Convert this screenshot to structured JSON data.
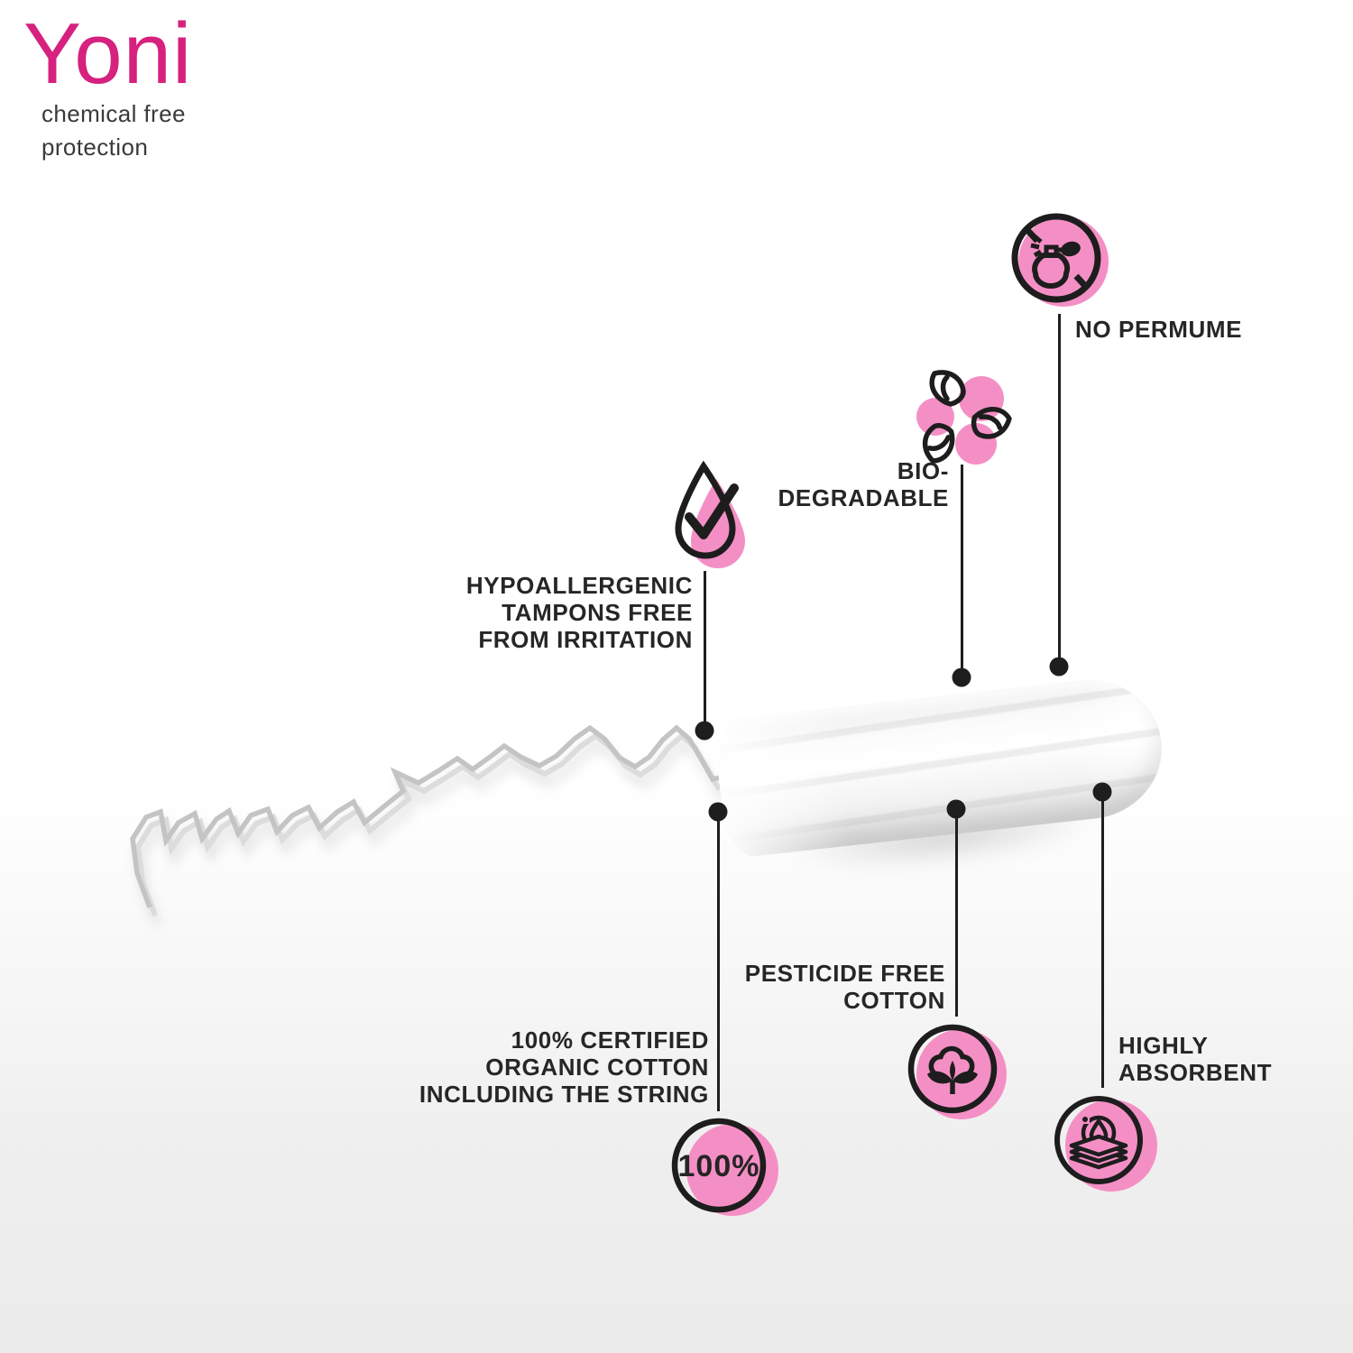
{
  "brand": {
    "name": "Yoni",
    "tagline_line1": "chemical free",
    "tagline_line2": "protection"
  },
  "colors": {
    "brand_magenta": "#d6217e",
    "accent_pink": "#f48fc5",
    "ink": "#262626",
    "line_black": "#1e1e1e",
    "background_bottom": "#ececec"
  },
  "callouts": {
    "no_perfume": {
      "label": "NO PERMUME",
      "icon": "perfume-atomizer"
    },
    "biodegradable": {
      "line1": "BIO-",
      "line2": "DEGRADABLE",
      "icon": "rotating-leaves"
    },
    "hypoallergenic": {
      "line1": "HYPOALLERGENIC",
      "line2": "TAMPONS FREE",
      "line3": "FROM IRRITATION",
      "icon": "water-drop-check"
    },
    "pesticide_free": {
      "line1": "PESTICIDE FREE",
      "line2": "COTTON",
      "icon": "cotton-flower"
    },
    "organic_cotton": {
      "line1": "100% CERTIFIED",
      "line2": "ORGANIC COTTON",
      "line3": "INCLUDING THE STRING",
      "badge": "100%"
    },
    "highly_absorbent": {
      "line1": "HIGHLY",
      "line2": "ABSORBENT",
      "icon": "drop-on-layers"
    }
  }
}
